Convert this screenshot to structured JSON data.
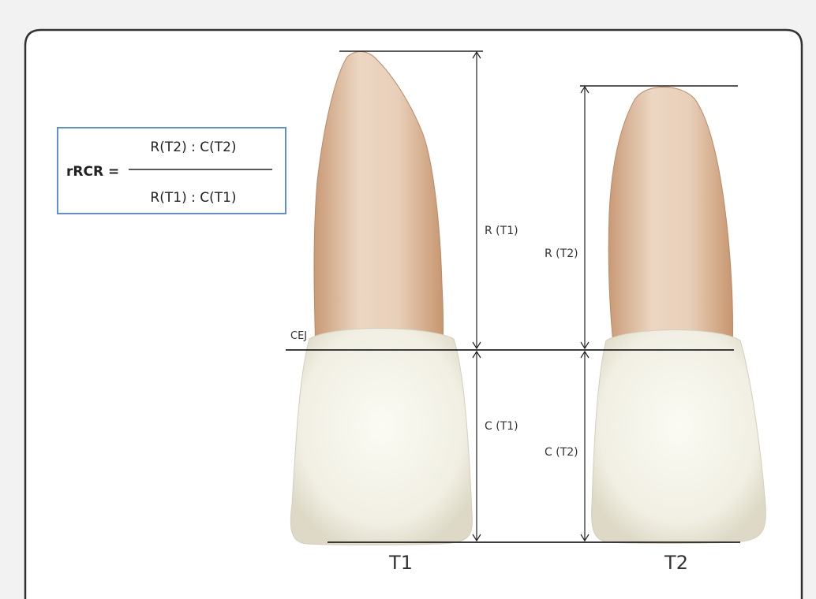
{
  "formula": {
    "lhs": "rRCR =",
    "numerator": "R(T2) : C(T2)",
    "denominator": "R(T1) : C(T1)"
  },
  "labels": {
    "cej": "CEJ",
    "root_t1": "R (T1)",
    "crown_t1": "C (T1)",
    "root_t2": "R (T2)",
    "crown_t2": "C (T2)",
    "tooth1": "T1",
    "tooth2": "T2"
  },
  "colors": {
    "frame": "#333333",
    "formula_border": "#5b8fd6",
    "root": "#d9b79a",
    "crown": "#f1f0e6",
    "line": "#222222"
  }
}
